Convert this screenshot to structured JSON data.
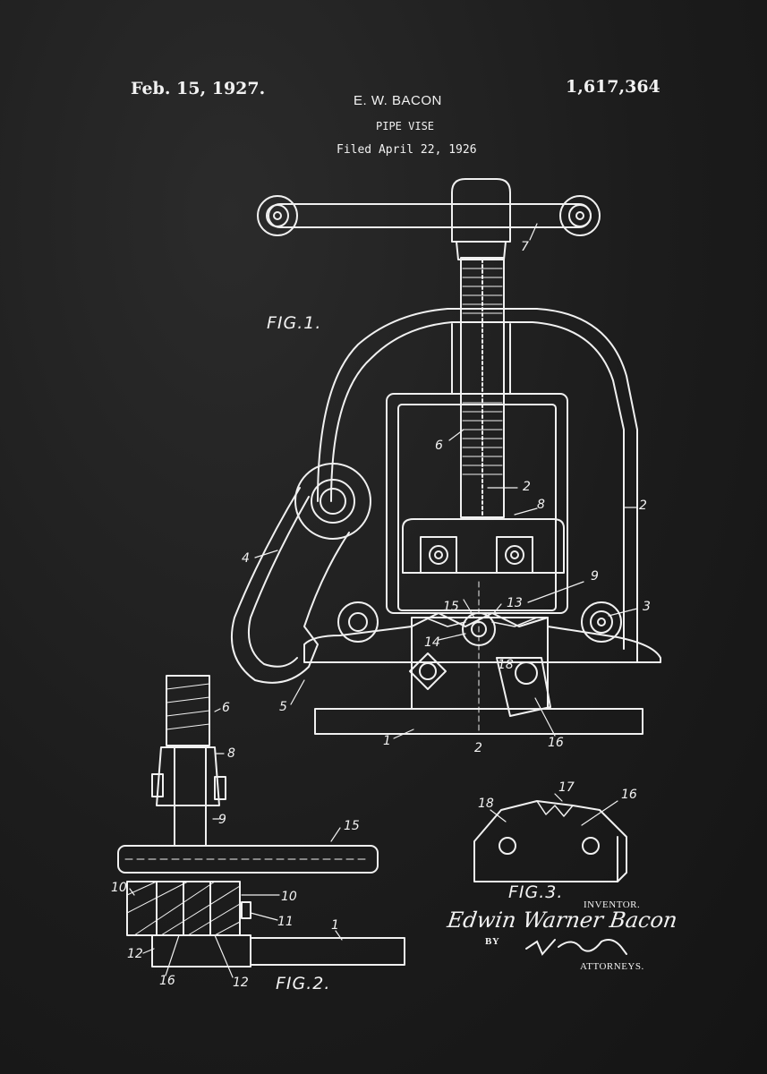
{
  "header": {
    "date": "Feb. 15, 1927.",
    "patent_number": "1,617,364",
    "inventor_name": "E. W. BACON",
    "title": "PIPE VISE",
    "filed": "Filed April 22, 1926"
  },
  "figures": {
    "fig1": "FIG.1.",
    "fig2": "FIG.2.",
    "fig3": "FIG.3."
  },
  "fig1_labels": [
    "7",
    "6",
    "2",
    "8",
    "2",
    "4",
    "9",
    "15",
    "13",
    "3",
    "14",
    "18",
    "5",
    "1",
    "2",
    "16"
  ],
  "fig2_labels": [
    "6",
    "8",
    "9",
    "15",
    "10",
    "10",
    "11",
    "12",
    "1",
    "16",
    "12"
  ],
  "fig3_labels": [
    "17",
    "18",
    "16"
  ],
  "signature": {
    "inventor_label": "INVENTOR.",
    "inventor_signature": "Edwin Warner Bacon",
    "by_label": "BY",
    "attorneys_label": "ATTORNEYS."
  },
  "colors": {
    "background": "#1c1c1c",
    "ink": "#f2f2f2"
  }
}
